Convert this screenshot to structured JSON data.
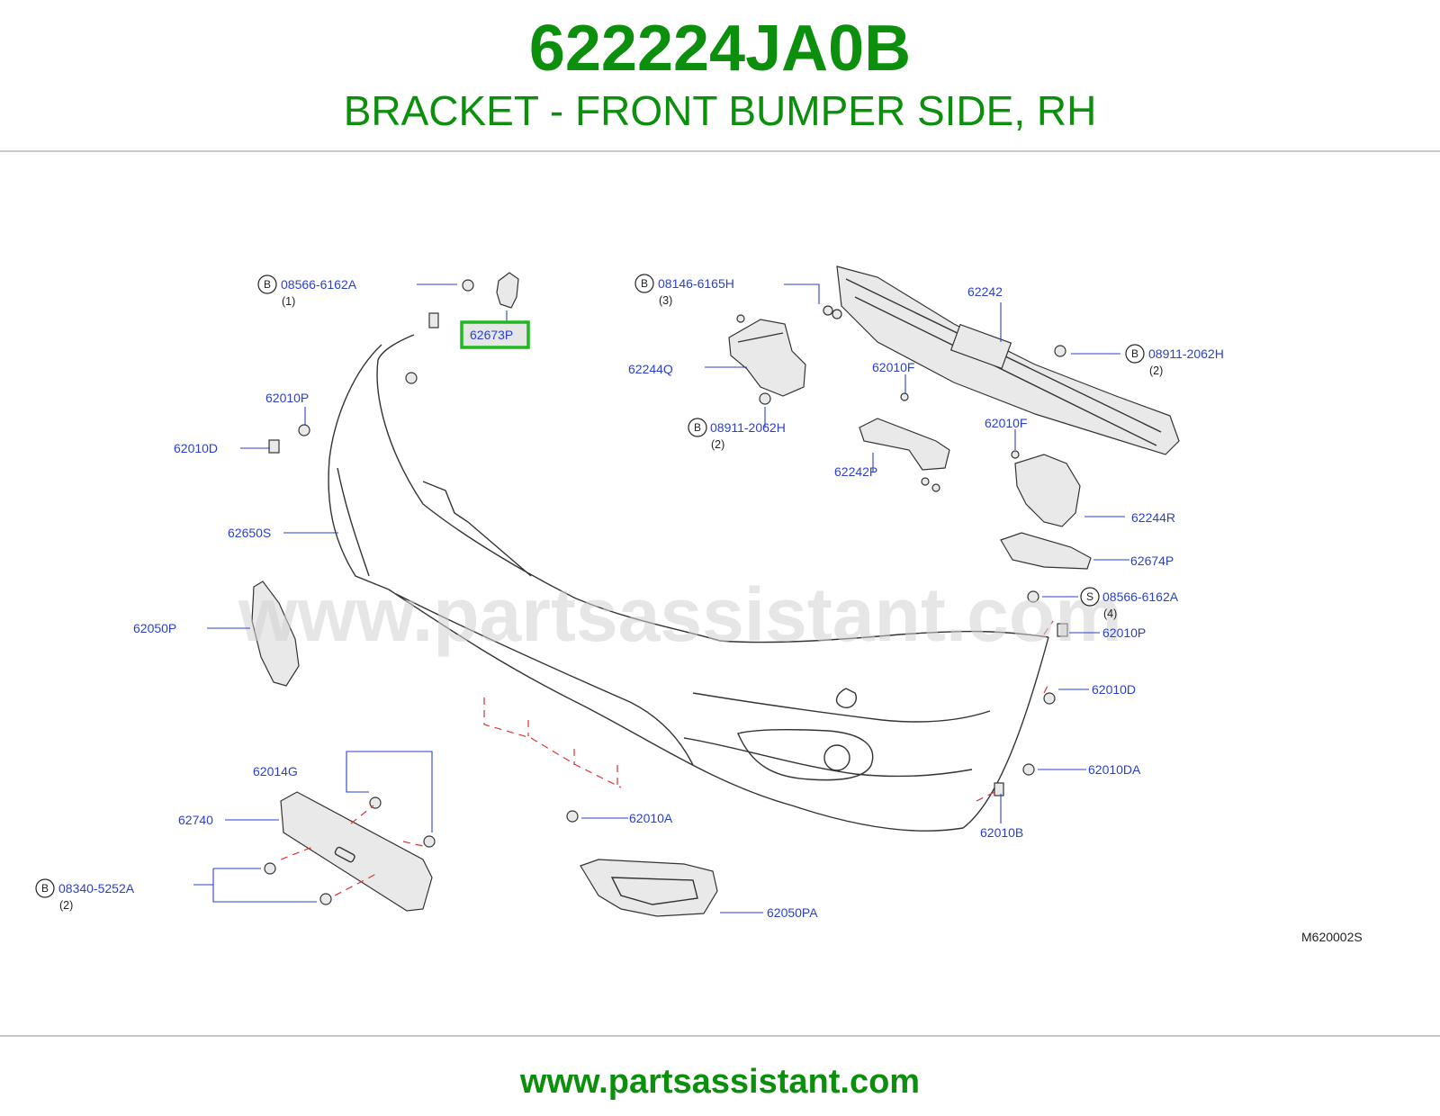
{
  "header": {
    "part_number": "622224JA0B",
    "part_name": "BRACKET - FRONT BUMPER SIDE, RH"
  },
  "footer": {
    "url": "www.partsassistant.com"
  },
  "watermark": "www.partsassistant.com",
  "diagram_code": "M620002S",
  "colors": {
    "title": "#0c8f0c",
    "label": "#2a3fd0",
    "highlight": "#1fb81f",
    "highlight_fill": "#e6e6e6"
  },
  "callouts": {
    "b_08566_6162A": {
      "prefix": "B",
      "label": "08566-6162A",
      "qty": "(1)"
    },
    "p_62673P": {
      "label": "62673P",
      "highlighted": true
    },
    "b_08146_6165H": {
      "prefix": "B",
      "label": "08146-6165H",
      "qty": "(3)"
    },
    "p_62242": {
      "label": "62242"
    },
    "b_08911_2062H_a": {
      "prefix": "B",
      "label": "08911-2062H",
      "qty": "(2)"
    },
    "p_62244Q": {
      "label": "62244Q"
    },
    "p_62010F_a": {
      "label": "62010F"
    },
    "b_08911_2062H_b": {
      "prefix": "B",
      "label": "08911-2062H",
      "qty": "(2)"
    },
    "p_62010F_b": {
      "label": "62010F"
    },
    "p_62010P_a": {
      "label": "62010P"
    },
    "p_62010D_a": {
      "label": "62010D"
    },
    "p_62242P": {
      "label": "62242P"
    },
    "p_62244R": {
      "label": "62244R"
    },
    "p_62650S": {
      "label": "62650S"
    },
    "p_62674P": {
      "label": "62674P"
    },
    "s_08566_6162A": {
      "prefix": "S",
      "label": "08566-6162A",
      "qty": "(4)"
    },
    "p_62050P": {
      "label": "62050P"
    },
    "p_62010P_b": {
      "label": "62010P"
    },
    "p_62010D_b": {
      "label": "62010D"
    },
    "p_62014G": {
      "label": "62014G"
    },
    "p_62010DA": {
      "label": "62010DA"
    },
    "p_62740": {
      "label": "62740"
    },
    "p_62010A": {
      "label": "62010A"
    },
    "p_62010B": {
      "label": "62010B"
    },
    "b_08340_5252A": {
      "prefix": "B",
      "label": "08340-5252A",
      "qty": "(2)"
    },
    "p_62050PA": {
      "label": "62050PA"
    }
  }
}
